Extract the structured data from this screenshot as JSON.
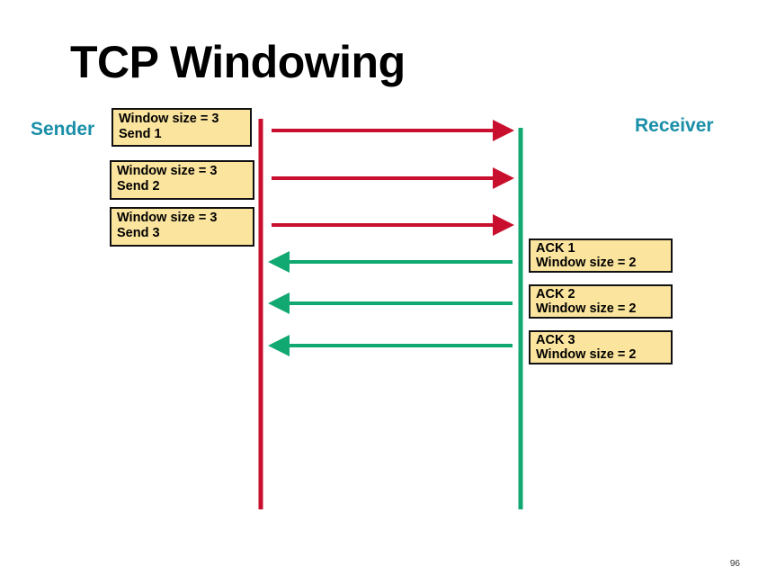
{
  "title": "TCP Windowing",
  "sender": {
    "label": "Sender"
  },
  "receiver": {
    "label": "Receiver"
  },
  "colors": {
    "sender_line": "#c8102e",
    "receiver_line": "#12a871",
    "send_arrow": "#c8102e",
    "ack_arrow": "#12a871",
    "box_fill": "#fbe49e",
    "role_text": "#1a8fa8"
  },
  "send_messages": [
    {
      "line1": "Window size = 3",
      "line2": "Send 1"
    },
    {
      "line1": "Window size = 3",
      "line2": "Send 2"
    },
    {
      "line1": "Window size = 3",
      "line2": "Send 3"
    }
  ],
  "ack_messages": [
    {
      "line1": "ACK 1",
      "line2": "Window size = 2"
    },
    {
      "line1": "ACK 2",
      "line2": "Window size = 2"
    },
    {
      "line1": "ACK 3",
      "line2": "Window size = 2"
    }
  ],
  "page_number": "96"
}
